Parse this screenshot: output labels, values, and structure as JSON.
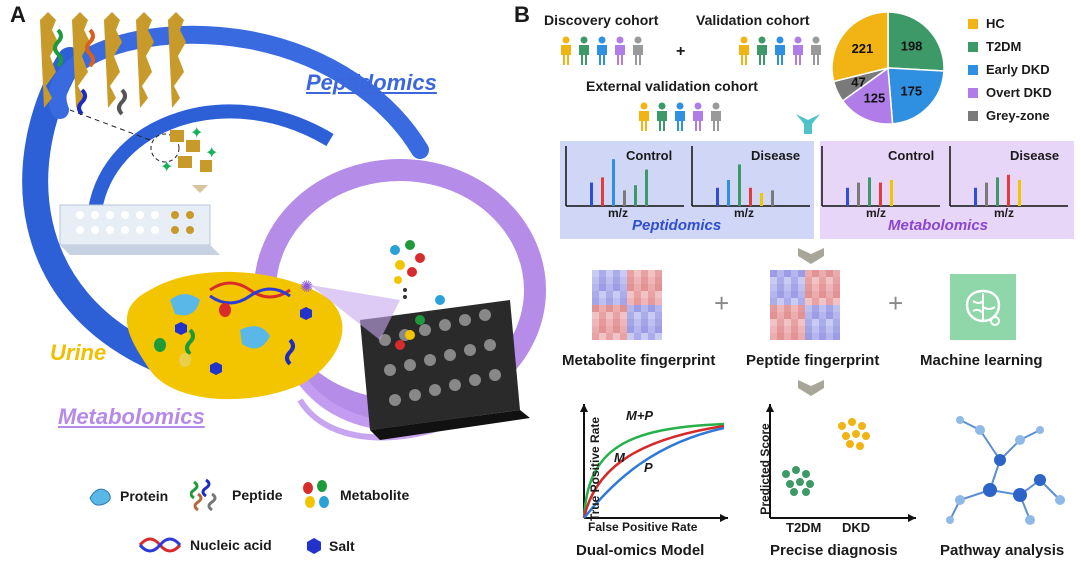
{
  "panel_a": {
    "letter": "A",
    "peptidomics": "Peptidomics",
    "metabolomics": "Metabolomics",
    "urine": "Urine",
    "legend": {
      "protein": "Protein",
      "peptide": "Peptide",
      "metabolite": "Metabolite",
      "nucleic_acid": "Nucleic acid",
      "salt": "Salt"
    }
  },
  "panel_b": {
    "letter": "B",
    "cohorts": {
      "discovery": "Discovery cohort",
      "validation": "Validation cohort",
      "external": "External validation cohort",
      "plus": "+"
    },
    "pie": {
      "slices": [
        {
          "label": "HC",
          "value": 221,
          "color": "#f2b315"
        },
        {
          "label": "T2DM",
          "value": 198,
          "color": "#3d9a68"
        },
        {
          "label": "Early DKD",
          "value": 175,
          "color": "#2f8fe0"
        },
        {
          "label": "Overt DKD",
          "value": 125,
          "color": "#b07de8"
        },
        {
          "label": "Grey-zone",
          "value": 47,
          "color": "#7a7a7a"
        }
      ]
    },
    "spectra": {
      "control": "Control",
      "disease": "Disease",
      "mz": "m/z",
      "peptidomics": "Peptidomics",
      "metabolomics": "Metabolomics"
    },
    "fingerprints": {
      "metabolite": "Metabolite fingerprint",
      "peptide": "Peptide fingerprint",
      "machine_learning": "Machine learning",
      "plus": "+"
    },
    "roc": {
      "ylabel": "True Positive Rate",
      "xlabel": "False Positive Rate",
      "curve_mp": "M+P",
      "curve_m": "M",
      "curve_p": "P",
      "caption": "Dual-omics Model"
    },
    "scatter": {
      "ylabel": "Predicted Score",
      "x1": "T2DM",
      "x2": "DKD",
      "caption": "Precise diagnosis"
    },
    "pathway": {
      "caption": "Pathway analysis"
    }
  }
}
